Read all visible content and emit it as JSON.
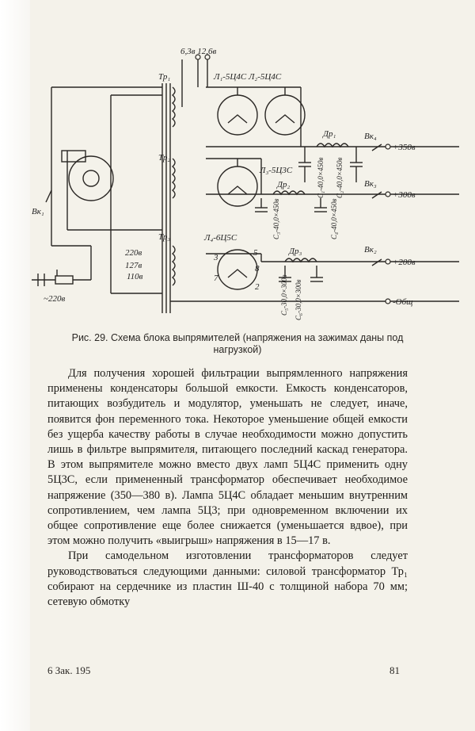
{
  "figure": {
    "labels": {
      "top_voltage": "6,3в 12,6в",
      "tr1": "Тр₁",
      "tr2": "Тр₂",
      "tr3": "Тр₃",
      "lamps_12": "Л₁-5Ц4С  Л₂-5Ц4С",
      "lamp3": "Л₃-5Ц3С",
      "lamp4": "Л₄-6Ц5С",
      "dr1": "Др₁",
      "dr2": "Др₂",
      "dr3": "Др₃",
      "vk4": "Вк₄",
      "vk3": "Вк₃",
      "vk2": "Вк₂",
      "vk1": "Вк₁",
      "out_350": "+350в",
      "out_300": "+300в",
      "out_200": "+200в",
      "out_common": "-Общ",
      "c1": "С₁-40,0×450в",
      "c2": "С₂-40,0×450в",
      "c3": "С₃-40,0×450в",
      "c4": "С₄-40,0×450в",
      "c5": "С₅-30,0×300в",
      "c6": "С₆-30,0×300в",
      "tap_220": "220в",
      "tap_127": "127в",
      "tap_110": "110в",
      "mains": "~220в",
      "pin3": "3",
      "pin5": "5",
      "pin7": "7",
      "pin8": "8",
      "pin2": "2"
    }
  },
  "caption": "Рис. 29. Схема блока выпрямителей (напряжения на зажимах даны под нагрузкой)",
  "paragraphs": [
    "Для получения хорошей фильтрации выпрямленного напряжения применены конденсаторы большой емкости. Емкость конденсаторов, питающих возбудитель и модулятор, уменьшать не следует, иначе, появится фон переменного тока. Некоторое уменьшение общей емкости без ущерба качеству работы в случае необходимости можно допустить лишь в фильтре выпрямителя, питающего последний каскад генератора. В этом выпрямителе можно вместо двух ламп 5Ц4С применить одну 5Ц3С, если примененный трансформатор обеспечивает необходимое напряжение (350—380 в). Лампа 5Ц4С обладает меньшим внутренним сопротивлением, чем лампа 5Ц3; при одновременном включении их общее сопротивление еще более снижается (уменьшается вдвое), при этом можно получить «выигрыш» напряжения в 15—17 в.",
    "При самодельном изготовлении трансформаторов следует руководствоваться следующими данными: силовой трансформатор Тр₁ собирают на сердечнике из пластин Ш-40 с толщиной набора 70 мм; сетевую обмотку"
  ],
  "footer": {
    "left": "6 Зак. 195",
    "right": "81"
  }
}
